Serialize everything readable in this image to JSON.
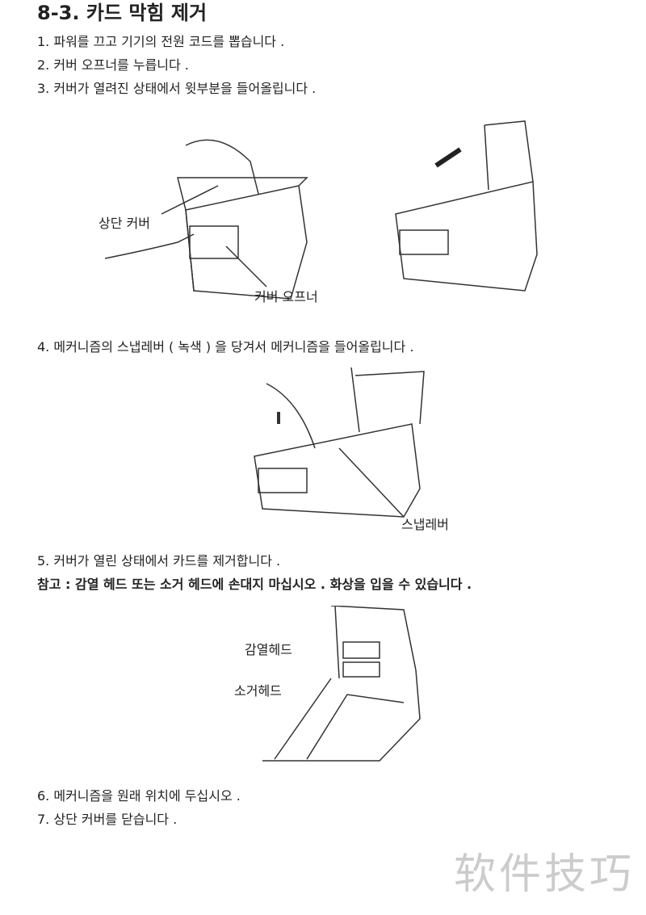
{
  "title": "8-3. 카드 막힘 제거",
  "steps": [
    "1.   파워를 끄고 기기의 전원 코드를 뽑습니다 .",
    "2.   커버 오프너를 누릅니다 .",
    "3.   커버가 열려진 상태에서 윗부분을 들어올립니다 .",
    "4.   메커니즘의 스냅레버 ( 녹색 ) 을 당겨서 메커니즘을 들어올립니다 .",
    "5.   커버가 열린 상태에서 카드를 제거합니다 .",
    "6.   메커니즘을 원래 위치에 두십시오 .",
    "7.   상단 커버를 닫습니다 ."
  ],
  "note": "참고 : 감열 헤드 또는 소거 헤드에 손대지 마십시오 . 화상을 입을 수 있습니다 .",
  "labels": {
    "top_cover": "상단 커버",
    "cover_opener": "커버 오프너",
    "snap_lever": "스냅레버",
    "thermal_head": "감열헤드",
    "erase_head": "소거헤드"
  },
  "watermark": "软件技巧"
}
